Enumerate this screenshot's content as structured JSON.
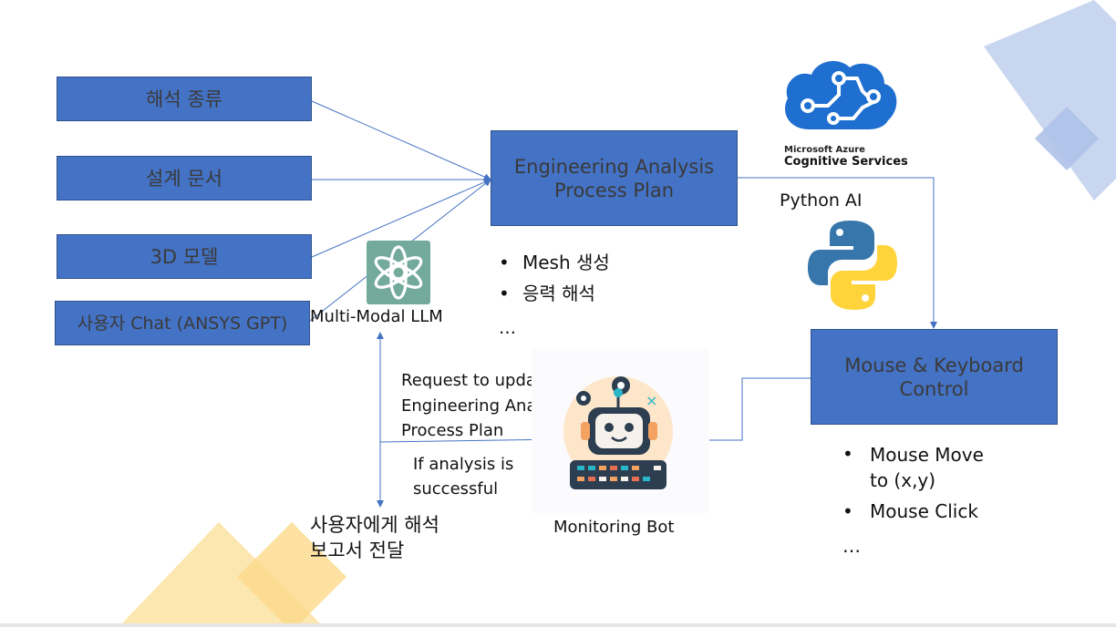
{
  "inputs": [
    {
      "label": "해석 종류"
    },
    {
      "label": "설계 문서"
    },
    {
      "label": "3D 모델"
    },
    {
      "label": "사용자 Chat (ANSYS GPT)"
    }
  ],
  "plan_box": {
    "line1": "Engineering Analysis",
    "line2": "Process Plan"
  },
  "plan_items": [
    "Mesh 생성",
    "응력 해석",
    "…"
  ],
  "azure": {
    "line1": "Microsoft Azure",
    "line2": "Cognitive Services"
  },
  "python_label": "Python AI",
  "control_box": {
    "line1": "Mouse & Keyboard",
    "line2": "Control"
  },
  "control_items": [
    "Mouse Move to (x,y)",
    "Mouse Click",
    "…"
  ],
  "llm_label": "Multi-Modal LLM",
  "request_label": {
    "line1": "Request to update",
    "line2": "Engineering Analysis",
    "line3": "Process Plan"
  },
  "success_label": {
    "line1": "If analysis is",
    "line2": "successful"
  },
  "report_label": {
    "line1": "사용자에게 해석",
    "line2": "보고서 전달"
  },
  "bot_label": "Monitoring Bot",
  "colors": {
    "box_fill": "#4472c4",
    "connector": "#4472c4",
    "deco_blue": "#c9d6f0",
    "deco_yellow": "#fde7b0",
    "openai_green": "#74aa9c"
  }
}
